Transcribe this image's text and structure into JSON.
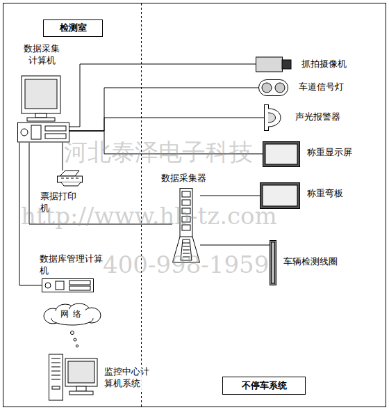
{
  "diagram": {
    "nodes": [
      {
        "text": [
          "检测室"
        ]
      },
      {
        "text": [
          "数据采集计算机"
        ]
      },
      {
        "text": [
          "抓拍摄像机"
        ]
      },
      {
        "text": [
          "车道信号灯"
        ]
      },
      {
        "text": [
          "声光报警器"
        ]
      },
      {
        "text": [
          "称重显示屏"
        ]
      },
      {
        "text": [
          "票据打印机"
        ]
      },
      {
        "text": [
          "数据采集器"
        ]
      },
      {
        "text": [
          "称重弯板"
        ]
      },
      {
        "text": [
          "车辆检测线圈"
        ]
      },
      {
        "text": [
          "数据库管理计算机"
        ]
      },
      {
        "text": [
          "网络"
        ]
      },
      {
        "text": [
          "监控中心计算机系统"
        ]
      },
      {
        "text": [
          "不停车系统"
        ]
      }
    ],
    "edges": [
      {
        "from": 1,
        "to": 2,
        "arrow": "none"
      },
      {
        "from": 1,
        "to": 3,
        "arrow": "none"
      },
      {
        "from": 1,
        "to": 4,
        "arrow": "none"
      },
      {
        "from": 1,
        "to": 5,
        "arrow": "none"
      },
      {
        "from": 1,
        "to": 6,
        "arrow": "none"
      },
      {
        "from": 1,
        "to": 7,
        "arrow": "none"
      },
      {
        "from": 1,
        "to": 10,
        "arrow": "none"
      },
      {
        "from": 7,
        "to": 8,
        "arrow": "none"
      },
      {
        "from": 7,
        "to": 9,
        "arrow": "none"
      }
    ],
    "labels": [
      "河北泰泽电子科技",
      "http://www.hb-tz.com",
      "400-998-1959"
    ]
  }
}
